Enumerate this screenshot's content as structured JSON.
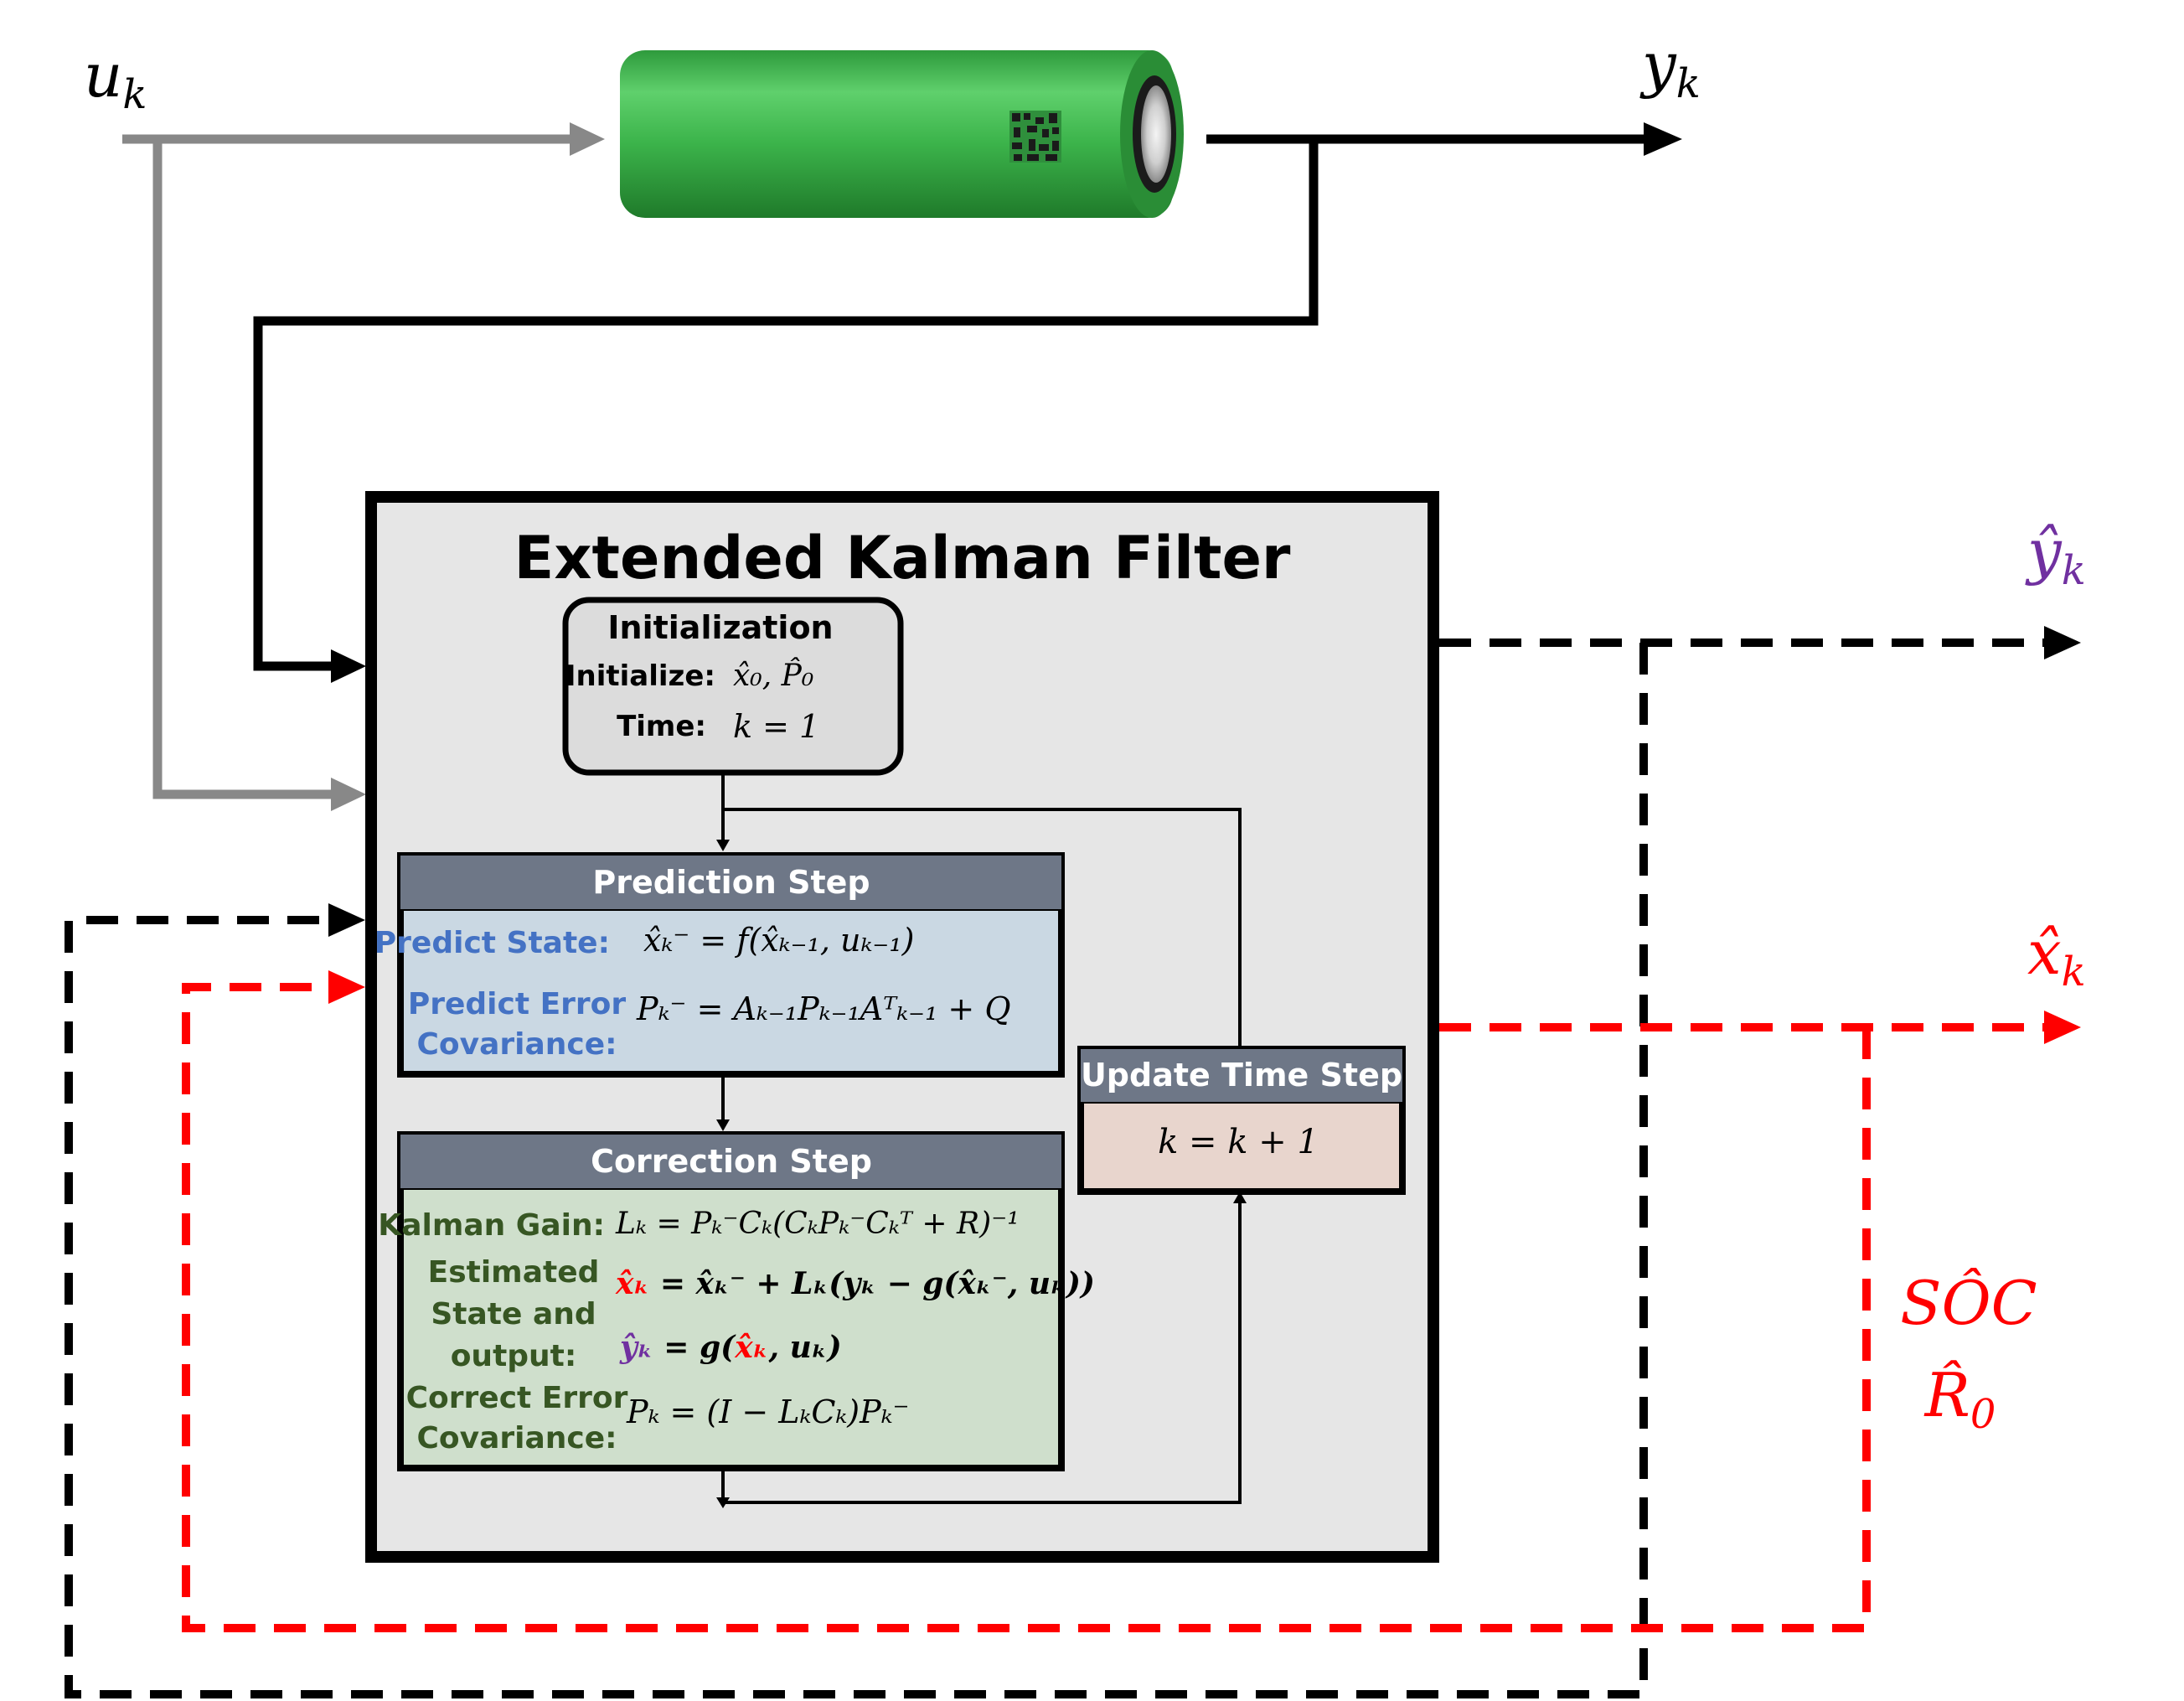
{
  "title": "Extended Kalman Filter",
  "signals": {
    "input": "u",
    "input_sub": "k",
    "output": "y",
    "output_sub": "k",
    "est_output": "ŷ",
    "est_output_sub": "k",
    "est_state": "x̂",
    "est_state_sub": "k",
    "soc": "SÔC",
    "r0": "R̂",
    "r0_sub": "0"
  },
  "init": {
    "title": "Initialization",
    "initialize_label": "Initialize:",
    "initialize_value": "x̂₀, P̂₀",
    "time_label": "Time:",
    "time_value": "k = 1"
  },
  "prediction": {
    "header": "Prediction Step",
    "state_label": "Predict State:",
    "state_eq": "x̂ₖ⁻ = f(x̂ₖ₋₁, uₖ₋₁)",
    "cov_label_1": "Predict Error",
    "cov_label_2": "Covariance:",
    "cov_eq": "Pₖ⁻ = Aₖ₋₁Pₖ₋₁Aᵀₖ₋₁ + Q"
  },
  "correction": {
    "header": "Correction Step",
    "gain_label": "Kalman Gain:",
    "gain_eq": "Lₖ = Pₖ⁻Cₖ(CₖPₖ⁻Cₖᵀ + R)⁻¹",
    "est_label_1": "Estimated",
    "est_label_2": "State and",
    "est_label_3": "output:",
    "est_state_lhs": "x̂ₖ",
    "est_state_rhs": " = x̂ₖ⁻ + Lₖ(yₖ − g(x̂ₖ⁻, uₖ))",
    "est_out_lhs": "ŷₖ",
    "est_out_mid": " = g(",
    "est_out_x": "x̂ₖ",
    "est_out_end": ", uₖ)",
    "cov_label_1": "Correct Error",
    "cov_label_2": "Covariance:",
    "cov_eq": "Pₖ = (I − LₖCₖ)Pₖ⁻"
  },
  "update": {
    "header": "Update Time Step",
    "eq": "k = k + 1"
  },
  "colors": {
    "red": "#ff0000",
    "purple": "#7030a0",
    "blue_label": "#4472c4",
    "green_label": "#375623",
    "header_bg": "#6e7787",
    "prediction_bg": "#cad8e3",
    "correction_bg": "#cfdfcc",
    "update_bg": "#e8d5cd",
    "ekf_bg": "#e6e6e6",
    "battery": "#3cb44b"
  }
}
